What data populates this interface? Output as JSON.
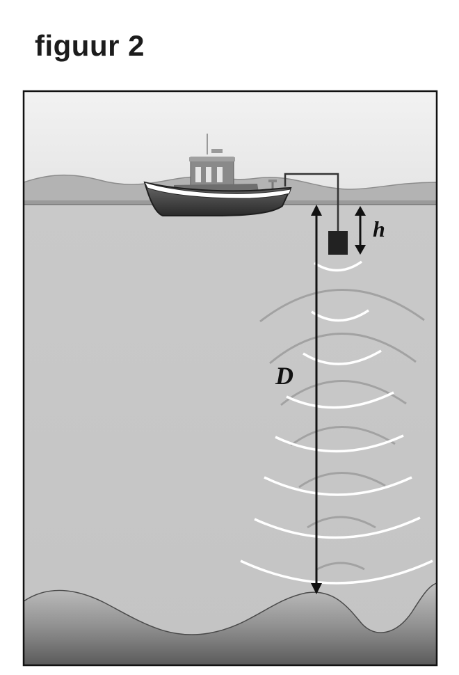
{
  "title": "figuur 2",
  "labels": {
    "depth": "D",
    "height": "h"
  },
  "colors": {
    "sky": "#f0f0f0",
    "water": "#cbcbcb",
    "hills": "#a9a9a9",
    "hull": "#3a3a3a",
    "waves_light": "#ffffff",
    "waves_dark": "#9a9a9a"
  },
  "icons": {
    "boat": "boat-icon",
    "transducer": "transducer-icon"
  }
}
